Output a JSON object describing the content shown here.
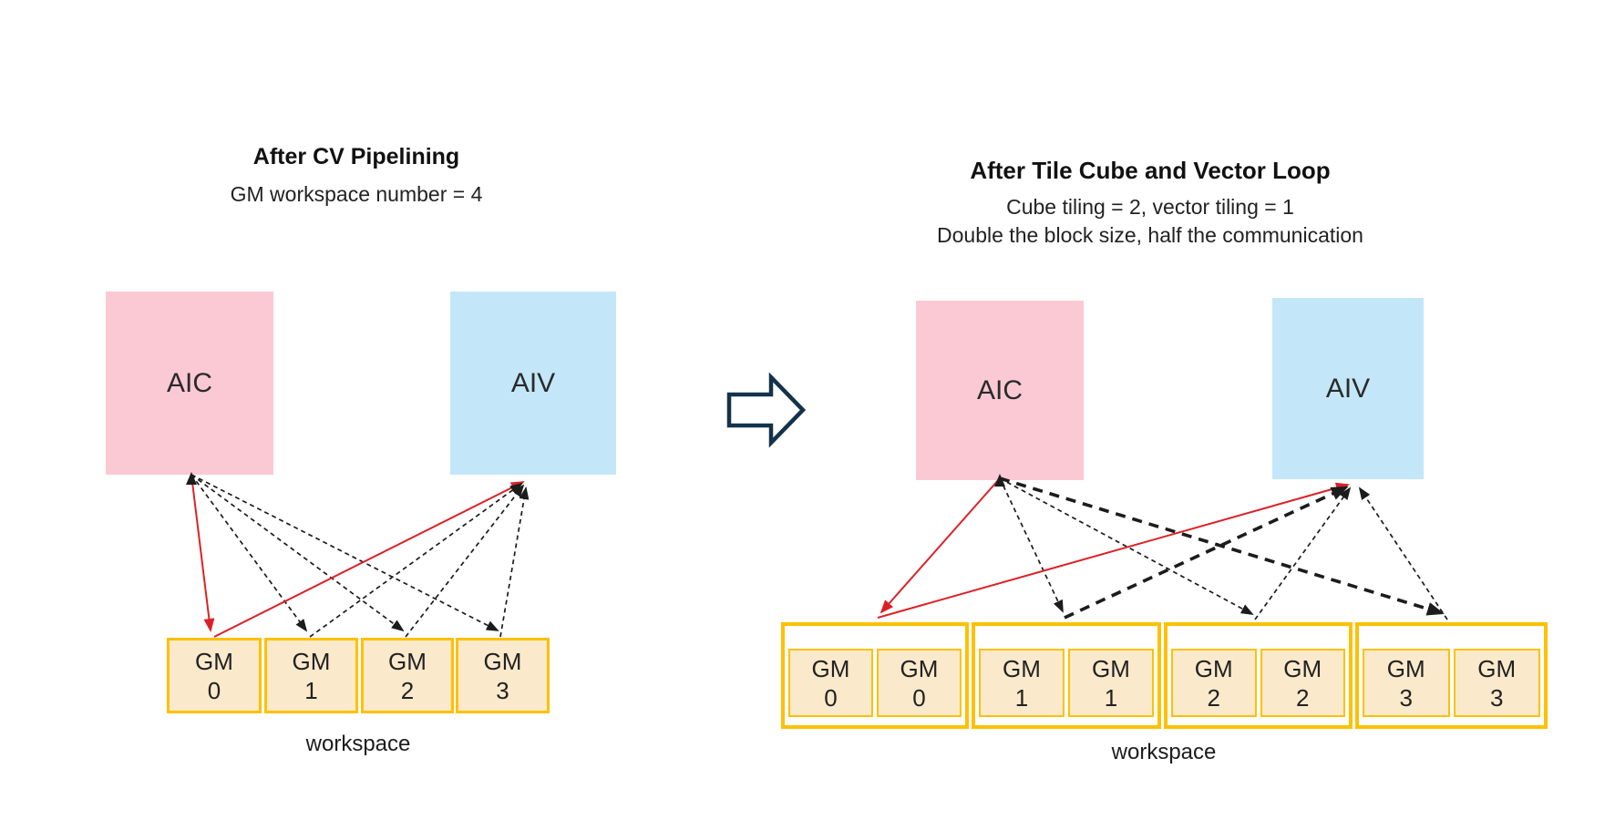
{
  "colors": {
    "aic_fill": "#fac9d4",
    "aiv_fill": "#c3e7f8",
    "gm_fill": "#fae9cb",
    "gm_border": "#ffc000",
    "highlight_arrow_red": "#dc2126",
    "dashed_arrow_black": "#1c1c1c",
    "transform_arrow_outline": "#14324a"
  },
  "left_panel": {
    "title": "After CV Pipelining",
    "subtitle": "GM workspace number = 4",
    "aic_label": "AIC",
    "aiv_label": "AIV",
    "workspace_label": "workspace",
    "gm_boxes": [
      {
        "line1": "GM",
        "line2": "0"
      },
      {
        "line1": "GM",
        "line2": "1"
      },
      {
        "line1": "GM",
        "line2": "2"
      },
      {
        "line1": "GM",
        "line2": "3"
      }
    ]
  },
  "right_panel": {
    "title": "After Tile Cube and Vector Loop",
    "subtitle_line1": "Cube tiling = 2, vector tiling = 1",
    "subtitle_line2": "Double the block size, half the communication",
    "aic_label": "AIC",
    "aiv_label": "AIV",
    "workspace_label": "workspace",
    "gm_pairs": [
      {
        "cells": [
          {
            "line1": "GM",
            "line2": "0"
          },
          {
            "line1": "GM",
            "line2": "0"
          }
        ]
      },
      {
        "cells": [
          {
            "line1": "GM",
            "line2": "1"
          },
          {
            "line1": "GM",
            "line2": "1"
          }
        ]
      },
      {
        "cells": [
          {
            "line1": "GM",
            "line2": "2"
          },
          {
            "line1": "GM",
            "line2": "2"
          }
        ]
      },
      {
        "cells": [
          {
            "line1": "GM",
            "line2": "3"
          },
          {
            "line1": "GM",
            "line2": "3"
          }
        ]
      }
    ]
  }
}
